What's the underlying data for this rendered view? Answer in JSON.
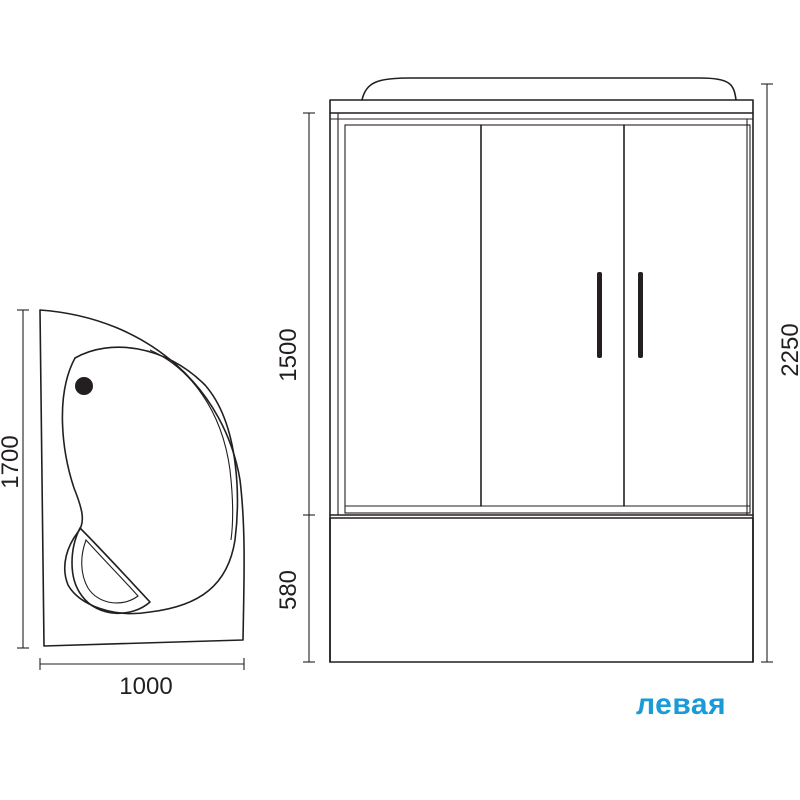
{
  "dimensions": {
    "tub_width": "1000",
    "tub_length": "1700",
    "cabin_height": "2250",
    "glass_height": "1500",
    "tub_height": "580"
  },
  "variant_label": "левая",
  "colors": {
    "line": "#231f20",
    "label": "#1a9ad6"
  }
}
